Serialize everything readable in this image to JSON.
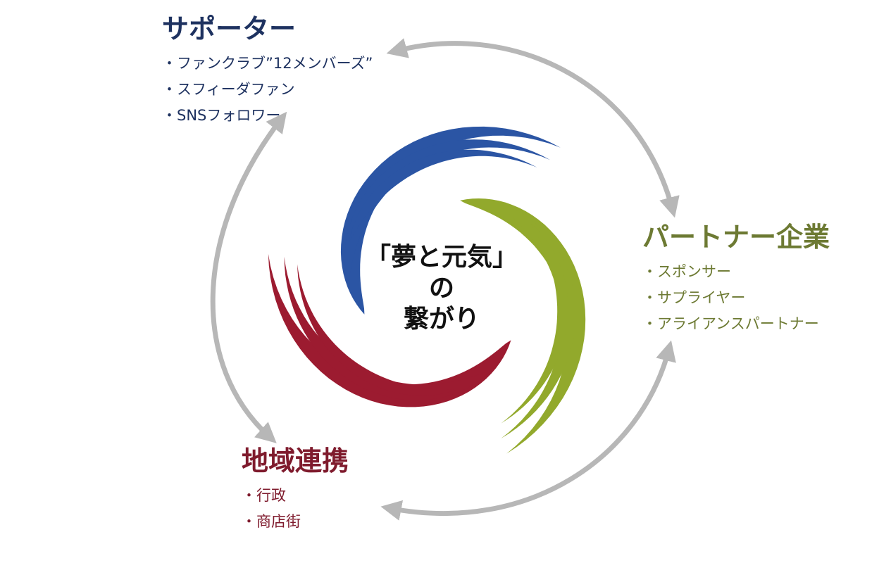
{
  "colors": {
    "supporters": "#1e3260",
    "partners": "#6d7a33",
    "regional": "#7f1b2d",
    "blue": "#2b55a4",
    "green": "#92a92c",
    "red": "#9c1b30",
    "arrow": "#b7b7b7"
  },
  "center": {
    "line1": "「夢と元気」",
    "line2": "の",
    "line3": "繋がり"
  },
  "groups": {
    "supporters": {
      "title": "サポーター",
      "items": [
        "・ファンクラブ”12メンバーズ”",
        "・スフィーダファン",
        "・SNSフォロワー"
      ]
    },
    "partners": {
      "title": "パートナー企業",
      "items": [
        "・スポンサー",
        "・サプライヤー",
        "・アライアンスパートナー"
      ]
    },
    "regional": {
      "title": "地域連携",
      "items": [
        "・行政",
        "・商店街"
      ]
    }
  },
  "icons": {
    "swirl": "tri-color-swirl-logo",
    "arrows": "double-headed-curved-arrow"
  }
}
